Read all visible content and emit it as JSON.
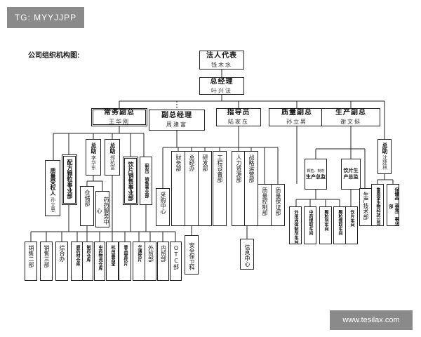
{
  "watermarks": {
    "top_left": "TG: MYYJJPP",
    "bottom_right": "www.tesilax.com"
  },
  "caption": "公司组织机构图:",
  "nodes": {
    "legal_rep": {
      "title": "法人代表",
      "name": "钱木水"
    },
    "gm": {
      "title": "总经理",
      "name": "叶兴法"
    },
    "exec_deputy": {
      "title": "常务副总",
      "name": "王华刚"
    },
    "deputy_gm": {
      "title": "副总经理",
      "name": "周建富"
    },
    "advisor": {
      "title": "指导员",
      "name": "陆家东"
    },
    "quality_deputy": {
      "title": "质量副总",
      "name": "孙立男"
    },
    "production_deputy": {
      "title": "生产副总",
      "name": "谢文挺"
    },
    "quality_authorized": {
      "title": "质量受权人",
      "name": "孙立恩"
    },
    "formula_granule": {
      "title": "配方颗粒事业部"
    },
    "assistant_li": {
      "title": "总助",
      "name": "李华东"
    },
    "assistant_zheng": {
      "title": "总助",
      "name": "郑杭富"
    },
    "tablet_sales": {
      "title": "饮片销售事业部"
    },
    "prep_sales": {
      "title": "（制剂）销售事业部"
    },
    "warehouse": {
      "title": "仓储部"
    },
    "pharma_service": {
      "title": "药药服务中心"
    },
    "purchasing": {
      "title": "采购中心"
    },
    "finance": {
      "title": "财务部"
    },
    "general_office": {
      "title": "总经办"
    },
    "rd": {
      "title": "研发部"
    },
    "engineering": {
      "title": "工程设备部"
    },
    "hr": {
      "title": "人力资源部"
    },
    "strategy": {
      "title": "战略运营部"
    },
    "quality_control": {
      "title": "质量控制部"
    },
    "quality_assurance": {
      "title": "质量保证部"
    },
    "granule_director": {
      "small": "颗粒、制剂",
      "title": "生产总监"
    },
    "tablet_director": {
      "title": "饮片生产总监"
    },
    "production_tech": {
      "title": "生产技术部"
    },
    "assistant_shen": {
      "title": "总助",
      "name": "沈建林"
    },
    "gugezhen": {
      "title": "鲁恩堂生物科技公司"
    },
    "baojian": {
      "title": "保健品（参茸）事业部"
    },
    "sales_2": {
      "title": "销售二部"
    },
    "sales_3": {
      "title": "销售三部"
    },
    "general_office2": {
      "title": "综合办"
    },
    "raw_warehouse": {
      "title": "原药材仓库"
    },
    "product_warehouse": {
      "title": "制药仓库"
    },
    "logistics": {
      "title": "中药物流仓库"
    },
    "hz_pharmacy": {
      "title": "杭州慕茜堂"
    },
    "jingpin": {
      "title": "景品堂饮片"
    },
    "huatong": {
      "title": "华通饮片"
    },
    "trade": {
      "title": "外贸部"
    },
    "domestic": {
      "title": "内贸部"
    },
    "otc": {
      "title": "OTC部"
    },
    "security": {
      "title": "安全保卫科"
    },
    "info_center": {
      "title": "信息中心"
    },
    "extract_workshop": {
      "title": "外用液体制剂车间"
    },
    "herb_extract": {
      "title": "中药提取车间"
    },
    "granule_workshop": {
      "title": "颗粒剂车间"
    },
    "granule_extract": {
      "title": "颗粒提取车间"
    },
    "tablet_workshop": {
      "title": "饮片车间"
    }
  }
}
